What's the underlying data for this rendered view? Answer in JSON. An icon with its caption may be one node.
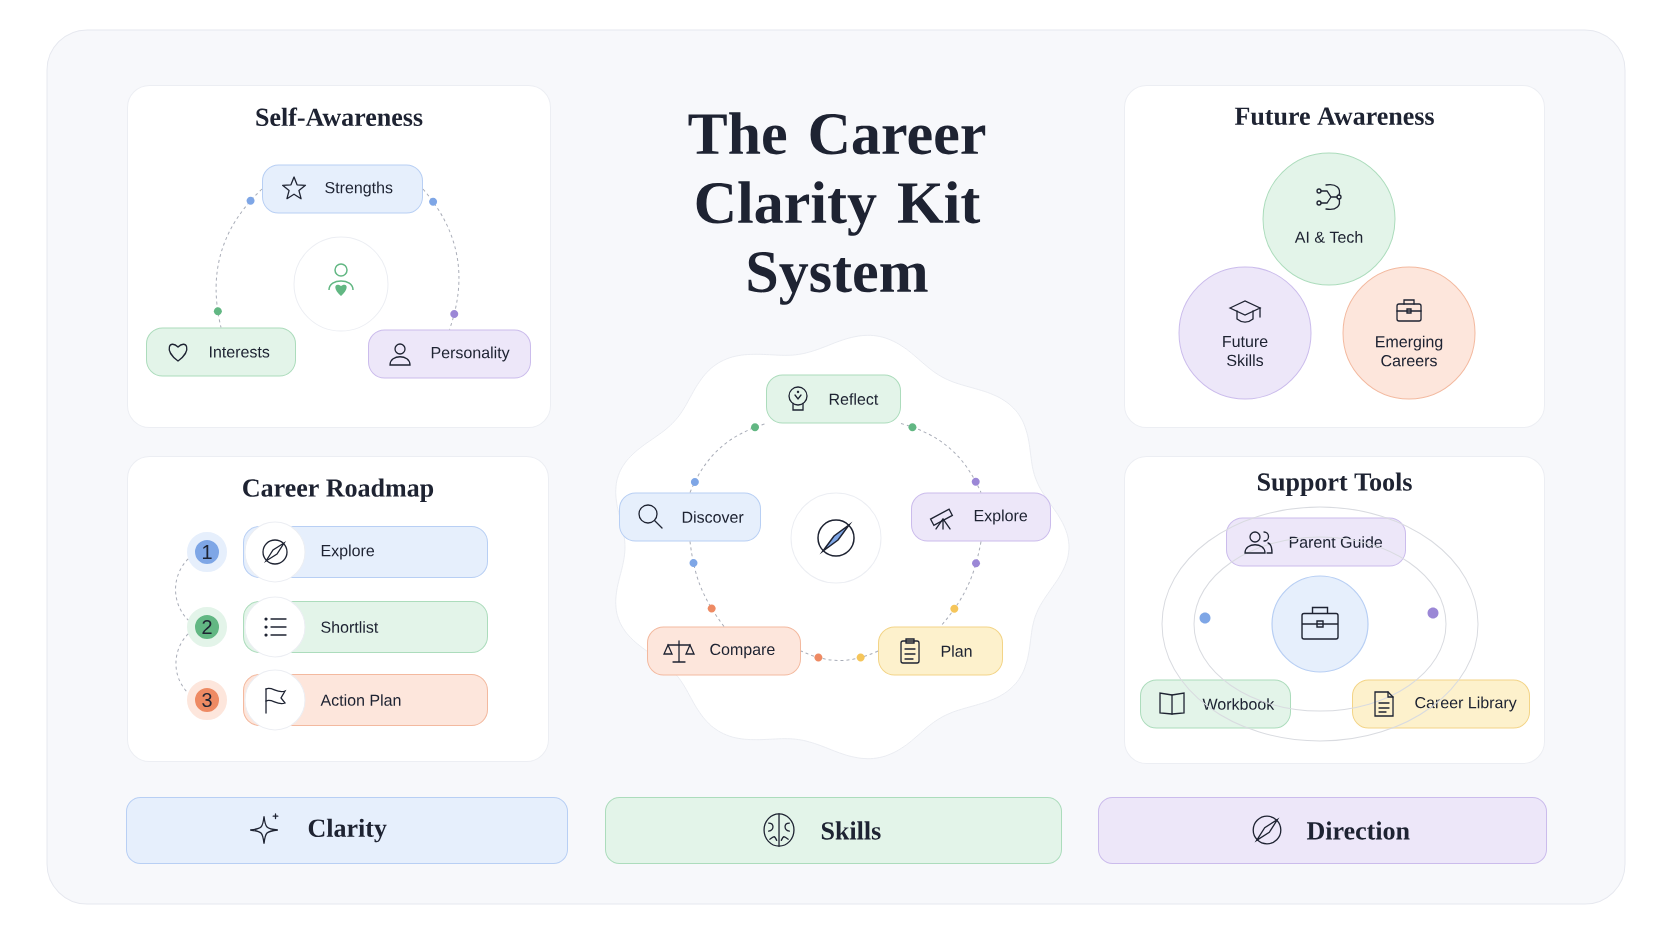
{
  "diagram": {
    "title": "The Career Clarity Kit System",
    "nodes": [
      {
        "text": [
          "Self-Awareness"
        ]
      },
      {
        "text": [
          "Strengths"
        ],
        "in": 0
      },
      {
        "text": [
          "Interests"
        ],
        "in": 0
      },
      {
        "text": [
          "Personality"
        ],
        "in": 0
      },
      {
        "text": [
          "Career Roadmap"
        ]
      },
      {
        "text": [
          "1"
        ],
        "in": 4
      },
      {
        "text": [
          "Explore"
        ],
        "in": 4
      },
      {
        "text": [
          "2"
        ],
        "in": 4
      },
      {
        "text": [
          "Shortlist"
        ],
        "in": 4
      },
      {
        "text": [
          "3"
        ],
        "in": 4
      },
      {
        "text": [
          "Action Plan"
        ],
        "in": 4
      },
      {
        "text": [
          "Reflect"
        ]
      },
      {
        "text": [
          "Discover"
        ]
      },
      {
        "text": [
          "Explore"
        ]
      },
      {
        "text": [
          "Compare"
        ]
      },
      {
        "text": [
          "Plan"
        ]
      },
      {
        "text": [
          "Future Awareness"
        ]
      },
      {
        "text": [
          "AI & Tech"
        ],
        "in": 16
      },
      {
        "text": [
          "Future Skills"
        ],
        "in": 16
      },
      {
        "text": [
          "Emerging Careers"
        ],
        "in": 16
      },
      {
        "text": [
          "Support Tools"
        ]
      },
      {
        "text": [
          "Parent Guide"
        ],
        "in": 20
      },
      {
        "text": [
          "Workbook"
        ],
        "in": 20
      },
      {
        "text": [
          "Career Library"
        ],
        "in": 20
      },
      {
        "text": [
          "Clarity"
        ]
      },
      {
        "text": [
          "Skills"
        ]
      },
      {
        "text": [
          "Direction"
        ]
      }
    ],
    "edges": [
      {
        "from": 1,
        "to": 2,
        "arrow": "none",
        "style": "dashed"
      },
      {
        "from": 1,
        "to": 3,
        "arrow": "none",
        "style": "dashed"
      },
      {
        "from": 5,
        "to": 7,
        "arrow": "none",
        "style": "dashed"
      },
      {
        "from": 7,
        "to": 9,
        "arrow": "none",
        "style": "dashed"
      },
      {
        "from": 11,
        "to": 13,
        "arrow": "none",
        "style": "dashed"
      },
      {
        "from": 13,
        "to": 15,
        "arrow": "none",
        "style": "dashed"
      },
      {
        "from": 15,
        "to": 14,
        "arrow": "none",
        "style": "dashed"
      },
      {
        "from": 14,
        "to": 12,
        "arrow": "none",
        "style": "dashed"
      },
      {
        "from": 12,
        "to": 11,
        "arrow": "none",
        "style": "dashed"
      }
    ]
  }
}
